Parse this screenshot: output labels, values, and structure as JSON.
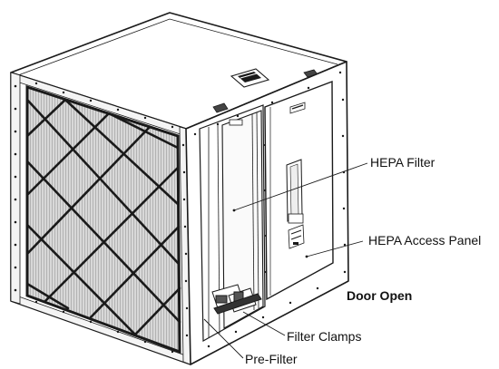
{
  "labels": {
    "hepa_filter": "HEPA Filter",
    "hepa_access_panel": "HEPA Access Panel",
    "door_open": "Door Open",
    "filter_clamps": "Filter Clamps",
    "pre_filter": "Pre-Filter"
  },
  "colors": {
    "line": "#1a1a1a",
    "background": "#ffffff",
    "filter_media": "#cfcfcf",
    "filter_media_dark": "#8a8a8a"
  }
}
